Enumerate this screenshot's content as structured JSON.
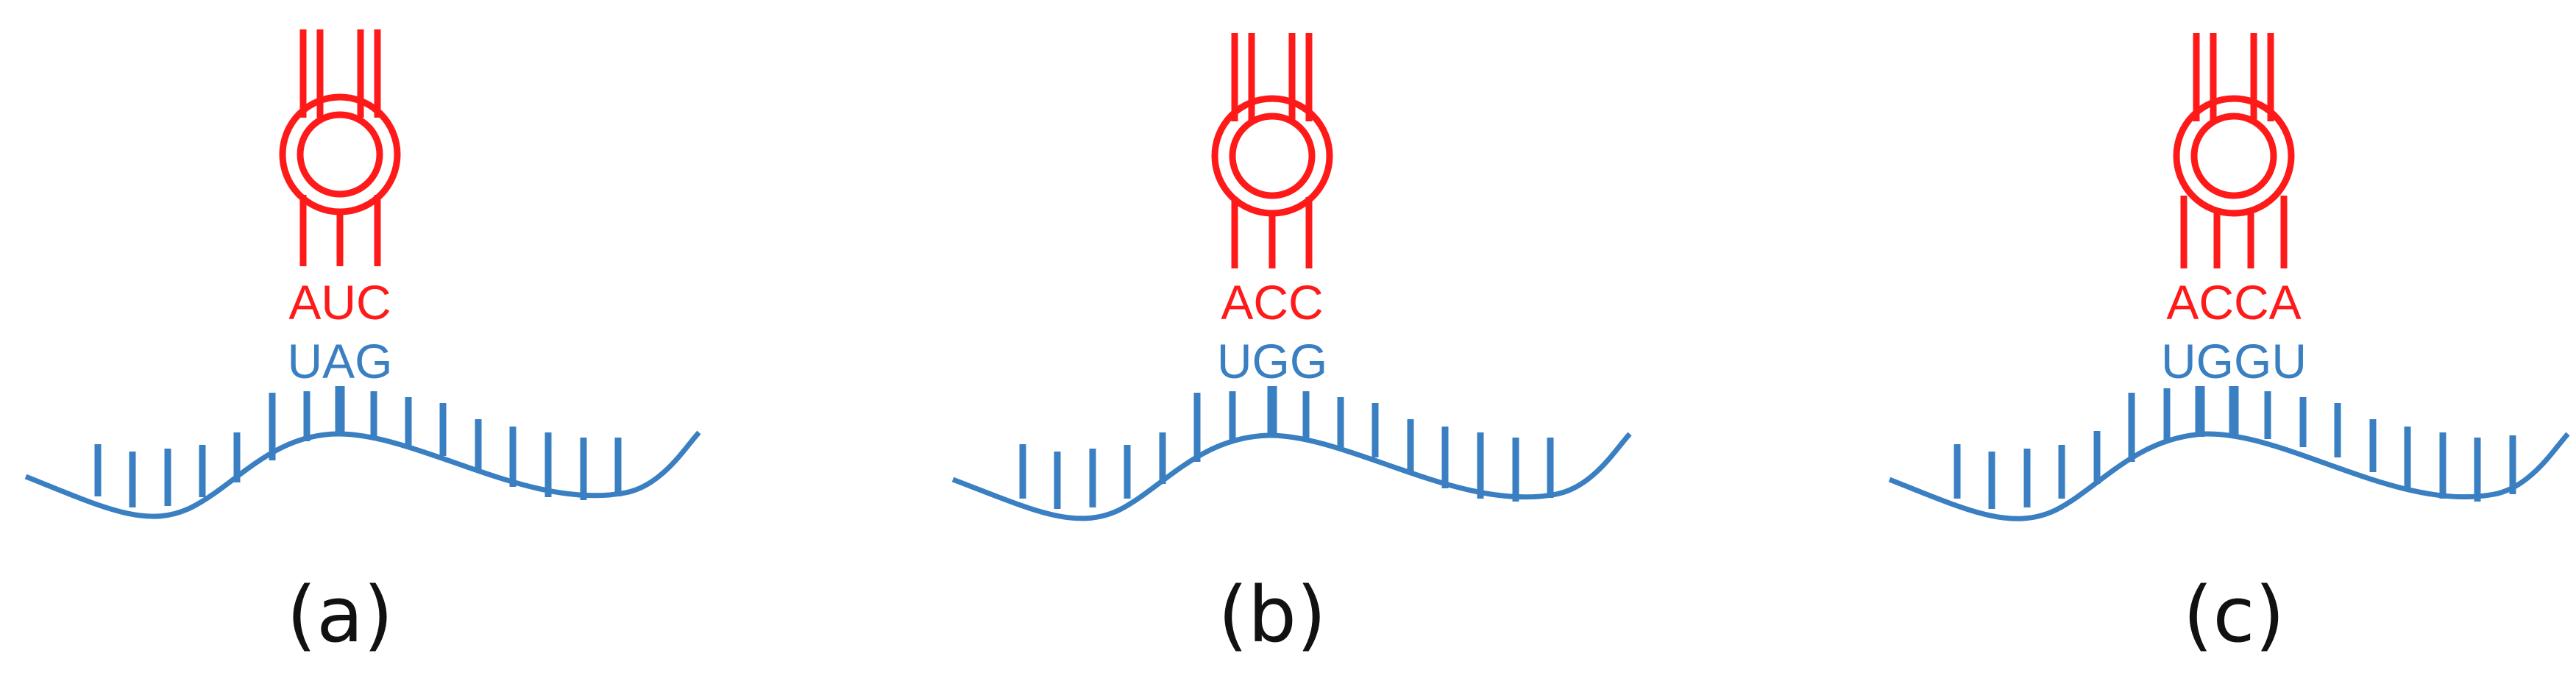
{
  "colors": {
    "trna": "#ff1a1a",
    "mrna": "#3a7fc1",
    "caption": "#111111"
  },
  "panels": [
    {
      "anticodon": "AUC",
      "codon": "UAG",
      "caption": "(a)"
    },
    {
      "anticodon": "ACC",
      "codon": "UGG",
      "caption": "(b)"
    },
    {
      "anticodon": "ACCA",
      "codon": "UGGU",
      "caption": "(c)"
    }
  ]
}
